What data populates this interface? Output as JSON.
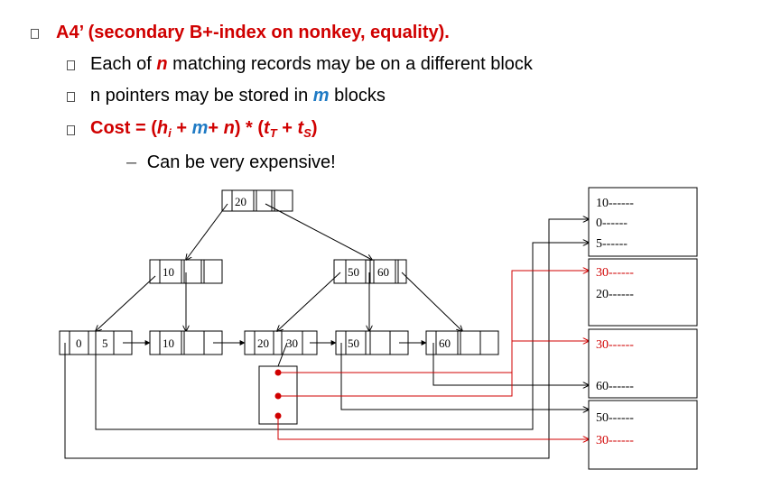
{
  "slide": {
    "title": "A4’ (secondary B+-index on nonkey, equality).",
    "bullets": [
      {
        "pre": "Each of ",
        "em": "n",
        "post": " matching records may be on a different block"
      },
      {
        "pre": "n pointers may be stored in ",
        "em": "m",
        "post": " blocks"
      }
    ],
    "cost": {
      "label": "Cost = ",
      "lparen": " (",
      "h": "h",
      "h_sub": "i",
      "plus1": " + ",
      "m": "m",
      "plus2": "+ ",
      "n": "n",
      "rparen_mul": ") * (",
      "t": "t",
      "t_sub": "T",
      "plus3": " + ",
      "t2": "t",
      "ts_sub": "S",
      "close": ")"
    },
    "sub_bullet": {
      "dash": "–",
      "text": "Can be very expensive!"
    }
  },
  "tree": {
    "root": [
      "20"
    ],
    "level1": [
      [
        "10"
      ],
      [
        "50",
        "60"
      ]
    ],
    "leaves": [
      [
        "0",
        "5"
      ],
      [
        "10"
      ],
      [
        "20",
        "30"
      ],
      [
        "50"
      ],
      [
        "60"
      ]
    ]
  },
  "records": {
    "block1": [
      "10------",
      "0------",
      "5------"
    ],
    "block2": [
      "30------",
      "20------"
    ],
    "block3": [
      "30------",
      "60------"
    ],
    "block4": [
      "50------",
      "30------"
    ]
  },
  "colors": {
    "red": "#d00000",
    "blue": "#1f7ac4",
    "bullet_border": "#555555"
  }
}
